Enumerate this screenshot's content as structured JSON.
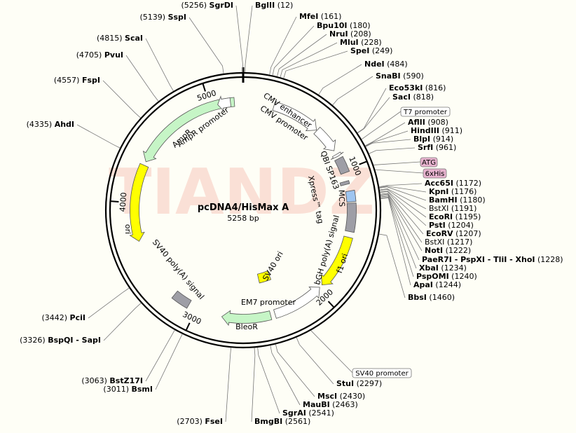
{
  "plasmid": {
    "name": "pcDNA4/HisMax A",
    "size": "5258 bp",
    "total": 5258
  },
  "watermark": "TIANDZ",
  "ticks": [
    {
      "pos": 1000,
      "label": "1000"
    },
    {
      "pos": 2000,
      "label": "2000"
    },
    {
      "pos": 3000,
      "label": "3000"
    },
    {
      "pos": 4000,
      "label": "4000"
    },
    {
      "pos": 5000,
      "label": "5000"
    }
  ],
  "sites": [
    {
      "name": "SgrDI",
      "pos": 5256,
      "pre": "(5256) "
    },
    {
      "name": "BglII",
      "pos": 12,
      "post": " (12)"
    },
    {
      "name": "MfeI",
      "pos": 161,
      "post": " (161)"
    },
    {
      "name": "Bpu10I",
      "pos": 180,
      "post": " (180)"
    },
    {
      "name": "NruI",
      "pos": 208,
      "post": " (208)"
    },
    {
      "name": "MluI",
      "pos": 228,
      "post": " (228)"
    },
    {
      "name": "SpeI",
      "pos": 249,
      "post": " (249)"
    },
    {
      "name": "NdeI",
      "pos": 484,
      "post": " (484)"
    },
    {
      "name": "SnaBI",
      "pos": 590,
      "post": " (590)"
    },
    {
      "name": "Eco53kI",
      "pos": 816,
      "post": " (816)"
    },
    {
      "name": "SacI",
      "pos": 818,
      "post": " (818)"
    },
    {
      "name": "AflII",
      "pos": 908,
      "post": " (908)"
    },
    {
      "name": "HindIII",
      "pos": 911,
      "post": " (911)"
    },
    {
      "name": "BlpI",
      "pos": 914,
      "post": " (914)"
    },
    {
      "name": "SrfI",
      "pos": 961,
      "post": " (961)"
    },
    {
      "name": "Acc65I",
      "pos": 1172,
      "post": " (1172)"
    },
    {
      "name": "KpnI",
      "pos": 1176,
      "post": " (1176)"
    },
    {
      "name": "BamHI",
      "pos": 1180,
      "post": " (1180)"
    },
    {
      "name": "BstXI",
      "pos": 1191,
      "post": " (1191)",
      "style": "plain"
    },
    {
      "name": "EcoRI",
      "pos": 1195,
      "post": " (1195)"
    },
    {
      "name": "PstI",
      "pos": 1204,
      "post": " (1204)"
    },
    {
      "name": "EcoRV",
      "pos": 1207,
      "post": " (1207)"
    },
    {
      "name": "BstXI",
      "pos": 1217,
      "post": " (1217)",
      "style": "plain"
    },
    {
      "name": "NotI",
      "pos": 1222,
      "post": " (1222)"
    },
    {
      "name": "PaeR7I - PspXI - TliI - XhoI",
      "pos": 1228,
      "post": " (1228)"
    },
    {
      "name": "XbaI",
      "pos": 1234,
      "post": " (1234)"
    },
    {
      "name": "PspOMI",
      "pos": 1240,
      "post": " (1240)"
    },
    {
      "name": "ApaI",
      "pos": 1244,
      "post": " (1244)"
    },
    {
      "name": "BbsI",
      "pos": 1460,
      "post": " (1460)"
    },
    {
      "name": "StuI",
      "pos": 2297,
      "post": " (2297)"
    },
    {
      "name": "MscI",
      "pos": 2430,
      "post": " (2430)"
    },
    {
      "name": "MauBI",
      "pos": 2463,
      "post": " (2463)"
    },
    {
      "name": "SgrAI",
      "pos": 2541,
      "post": " (2541)"
    },
    {
      "name": "BmgBI",
      "pos": 2561,
      "post": " (2561)"
    },
    {
      "name": "FseI",
      "pos": 2703,
      "pre": "(2703) "
    },
    {
      "name": "BsmI",
      "pos": 3011,
      "pre": "(3011) "
    },
    {
      "name": "BstZ17I",
      "pos": 3063,
      "pre": "(3063) "
    },
    {
      "name": "BspQI - SapI",
      "pos": 3326,
      "pre": "(3326) "
    },
    {
      "name": "PciI",
      "pos": 3442,
      "pre": "(3442) "
    },
    {
      "name": "AhdI",
      "pos": 4335,
      "pre": "(4335) "
    },
    {
      "name": "FspI",
      "pos": 4557,
      "pre": "(4557) "
    },
    {
      "name": "PvuI",
      "pos": 4705,
      "pre": "(4705) "
    },
    {
      "name": "ScaI",
      "pos": 4815,
      "pre": "(4815) "
    },
    {
      "name": "SspI",
      "pos": 5139,
      "pre": "(5139) "
    }
  ],
  "boxed_features": [
    {
      "label": "T7 promoter",
      "pos": 863,
      "fill": "#ffffff"
    },
    {
      "label": "ATG",
      "pos": 1035,
      "fill": "#e8b3cf"
    },
    {
      "label": "6xHis",
      "pos": 1065,
      "fill": "#e8b3cf"
    },
    {
      "label": "SV40 promoter",
      "pos": 2200,
      "fill": "#ffffff"
    }
  ],
  "features": [
    {
      "label": "CMV enhancer",
      "start": 240,
      "end": 620,
      "r": 155,
      "color": "#ffffff",
      "arrow": true
    },
    {
      "label": "CMV promoter",
      "start": 625,
      "end": 830,
      "r": 155,
      "color": "#ffffff",
      "arrow": true
    },
    {
      "label": "T7 promoter",
      "start": 863,
      "end": 882,
      "r": 155,
      "color": "#ffffff",
      "arrow": true
    },
    {
      "label": "QBI SP163",
      "start": 900,
      "end": 1020,
      "r": 155,
      "color": "#9e9ea6",
      "arrow": false
    },
    {
      "label": "Xpress™ tag",
      "start": 1085,
      "end": 1110,
      "r": 150,
      "color": "#9e9ea6",
      "arrow": false
    },
    {
      "label": "MCS",
      "start": 1165,
      "end": 1250,
      "r": 155,
      "color": "#9ec5f0",
      "arrow": false
    },
    {
      "label": "bGH poly(A) signal",
      "start": 1260,
      "end": 1480,
      "r": 155,
      "color": "#9e9ea6",
      "arrow": false
    },
    {
      "label": "f1 ori",
      "start": 1525,
      "end": 1950,
      "r": 155,
      "color": "#ffff00",
      "arrow": true
    },
    {
      "label": "EM7 promoter",
      "start": 1975,
      "end": 2380,
      "r": 155,
      "color": "#ffffff",
      "arrow": true,
      "rev": true
    },
    {
      "label": "BleoR",
      "start": 2415,
      "end": 2795,
      "r": 155,
      "color": "#c6f5c6",
      "arrow": true
    },
    {
      "label": "SV40 ori",
      "start": 2310,
      "end": 2445,
      "r": 100,
      "color": "#ffff00",
      "arrow": false
    },
    {
      "label": "SV40 poly(A) signal",
      "start": 3065,
      "end": 3200,
      "r": 155,
      "color": "#9e9ea6",
      "arrow": false
    },
    {
      "label": "ori",
      "start": 3700,
      "end": 4300,
      "r": 155,
      "color": "#ffff00",
      "arrow": true,
      "rev": true
    },
    {
      "label": "AmpR",
      "start": 4330,
      "end": 5190,
      "r": 155,
      "color": "#c6f5c6",
      "arrow": true,
      "rev": true
    },
    {
      "label": "AmpR promoter",
      "start": 5060,
      "end": 5160,
      "r": 155,
      "color": "#ffffff",
      "arrow": true,
      "rev": true
    }
  ]
}
